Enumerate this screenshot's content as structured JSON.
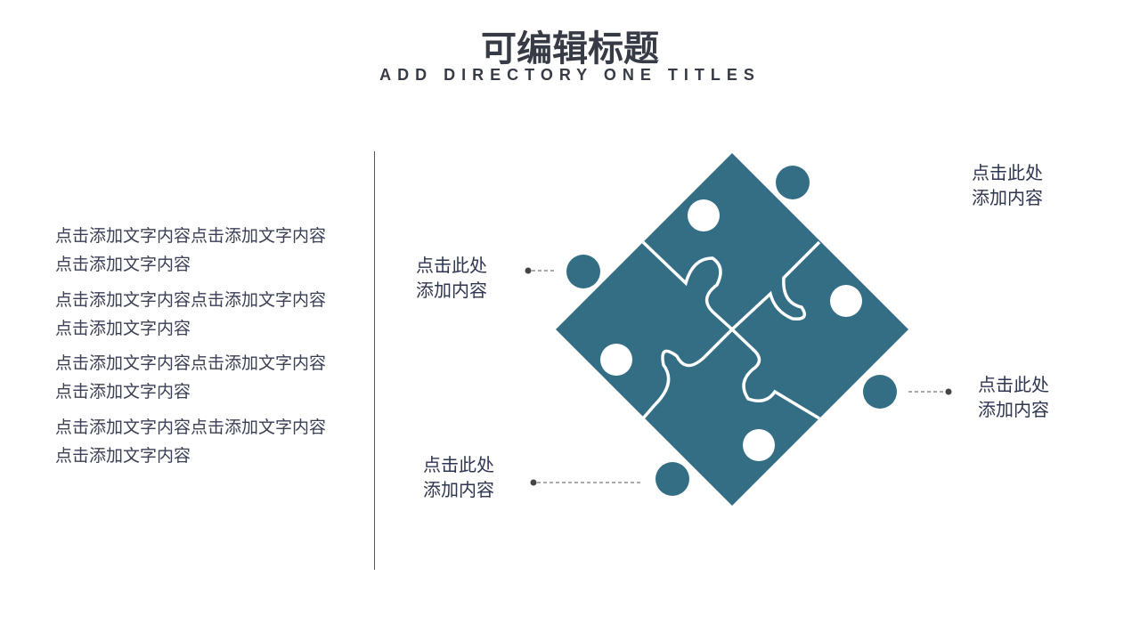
{
  "title": "可编辑标题",
  "subtitle": "ADD DIRECTORY ONE TITLES",
  "paragraphs": [
    "点击添加文字内容点击添加文字内容点击添加文字内容",
    "点击添加文字内容点击添加文字内容点击添加文字内容",
    "点击添加文字内容点击添加文字内容点击添加文字内容",
    "点击添加文字内容点击添加文字内容点击添加文字内容"
  ],
  "labels": [
    {
      "line1": "点击此处",
      "line2": "添加内容"
    },
    {
      "line1": "点击此处",
      "line2": "添加内容"
    },
    {
      "line1": "点击此处",
      "line2": "添加内容"
    },
    {
      "line1": "点击此处",
      "line2": "添加内容"
    }
  ],
  "colors": {
    "puzzle": "#346e85",
    "text": "#3a3f55"
  }
}
